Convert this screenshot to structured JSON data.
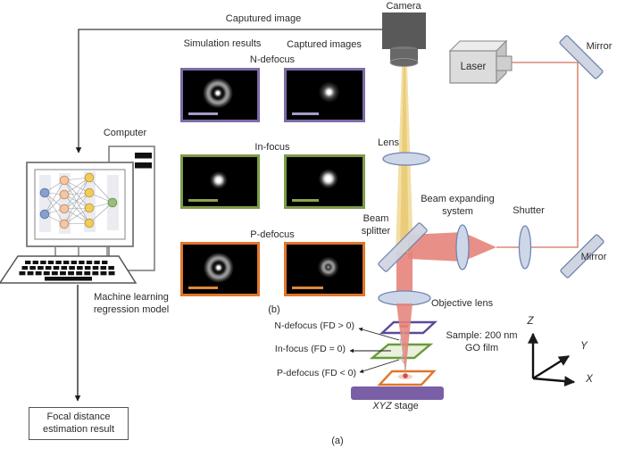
{
  "labels": {
    "captured_wire": "Caputured image",
    "camera": "Camera",
    "computer": "Computer",
    "lens": "Lens",
    "laser": "Laser",
    "mirror_top": "Mirror",
    "mirror_bottom": "Mirror",
    "beam_expanding_1": "Beam expanding",
    "beam_expanding_2": "system",
    "shutter": "Shutter",
    "beam_splitter_1": "Beam",
    "beam_splitter_2": "splitter",
    "objective_lens": "Objective lens",
    "sample_1": "Sample: 200 nm",
    "sample_2": "GO film",
    "xyz_italic": "XYZ",
    "xyz_rest": " stage",
    "axis_x": "X",
    "axis_y": "Y",
    "axis_z": "Z",
    "ml_1": "Machine learning",
    "ml_2": "regression model",
    "result_1": "Focal distance",
    "result_2": "estimation result",
    "col_simulation": "Simulation results",
    "col_captured": "Captured images",
    "row_n": "N-defocus",
    "row_i": "In-focus",
    "row_p": "P-defocus",
    "fd_n": "N-defocus (FD > 0)",
    "fd_i": "In-focus (FD = 0)",
    "fd_p": "P-defocus (FD < 0)",
    "sub_a": "(a)",
    "sub_b": "(b)"
  },
  "colors": {
    "purple_border": "#7d6ba6",
    "green_border": "#7c9c49",
    "orange_border": "#e0772c",
    "stage_purple": "#7a5fa6",
    "beam_red": "#e5837b",
    "beam_yellow": "#f1dd9f",
    "optics_fill": "#cdd7e8",
    "optics_stroke": "#7086b2"
  }
}
